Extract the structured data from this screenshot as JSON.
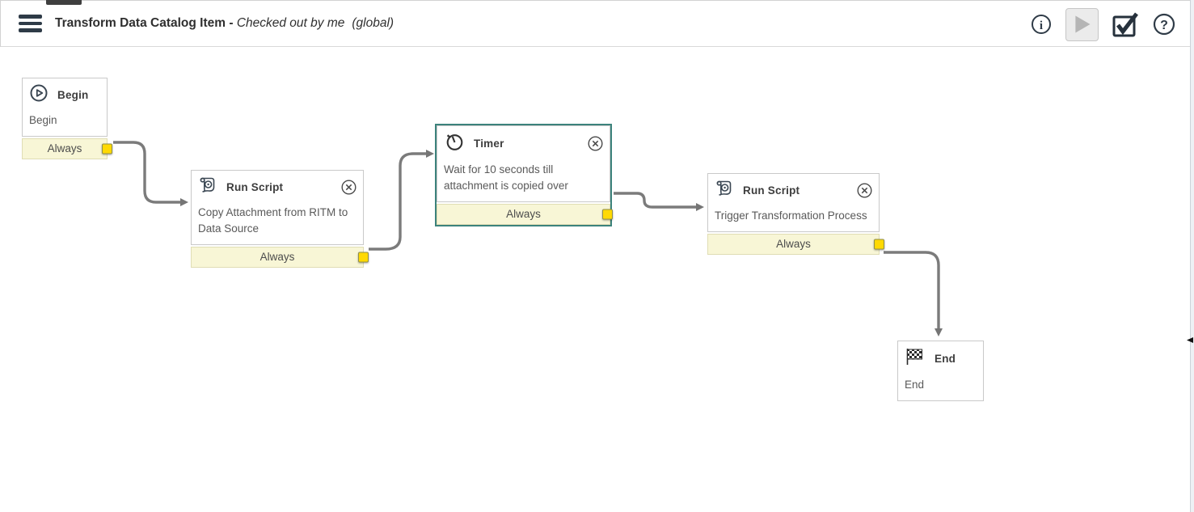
{
  "header": {
    "menu_icon": "hamburger",
    "title": "Transform Data Catalog Item",
    "separator": " - ",
    "status": "Checked out by me",
    "scope": "(global)",
    "toolbar": {
      "info_icon": "i",
      "run_icon": "play-triangle",
      "validate_icon": "checked-box",
      "help_icon": "?"
    }
  },
  "workflow": {
    "nodes": [
      {
        "type": "begin",
        "title": "Begin",
        "description": "Begin",
        "transition": "Always"
      },
      {
        "type": "run-script",
        "title": "Run Script",
        "description": "Copy Attachment from RITM to Data Source",
        "transition": "Always"
      },
      {
        "type": "timer",
        "title": "Timer",
        "description": "Wait for 10 seconds till attachment is copied over",
        "transition": "Always",
        "selected": true
      },
      {
        "type": "run-script",
        "title": "Run Script",
        "description": "Trigger Transformation Process",
        "transition": "Always"
      },
      {
        "type": "end",
        "title": "End",
        "description": "End"
      }
    ]
  },
  "colors": {
    "selection_teal": "#3C837C",
    "transition_bar_bg": "#F8F6D6",
    "connector_square_yellow": "#FFD903",
    "wire_gray": "#7B7B7B",
    "icon_dark": "#2E3B47"
  }
}
